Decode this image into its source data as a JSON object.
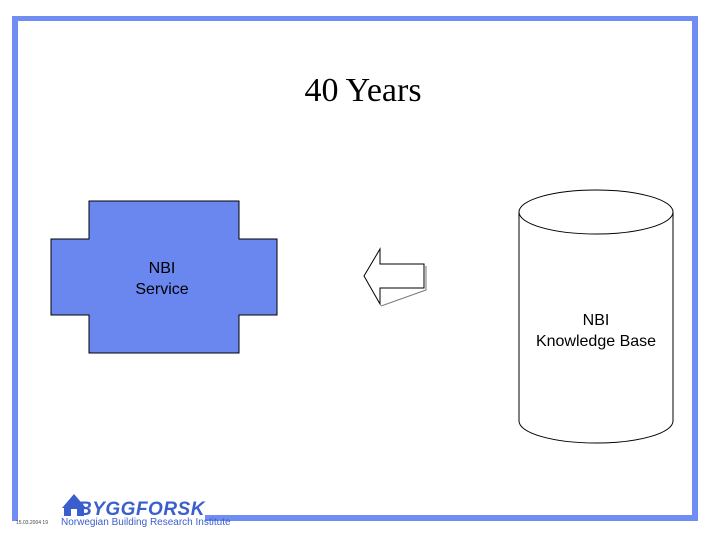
{
  "slide": {
    "title": "40 Years",
    "service_label_line1": "NBI",
    "service_label_line2": "Service",
    "kb_label_line1": "NBI",
    "kb_label_line2": "Knowledge Base"
  },
  "footer": {
    "logo_name": "BYGGFORSK",
    "logo_tagline": "Norwegian Building Research Institute",
    "slide_ref": "15.03.2004  19"
  },
  "colors": {
    "accent": "#6f8df2",
    "service_fill": "#6a86ef",
    "logo": "#3a5fcd"
  }
}
